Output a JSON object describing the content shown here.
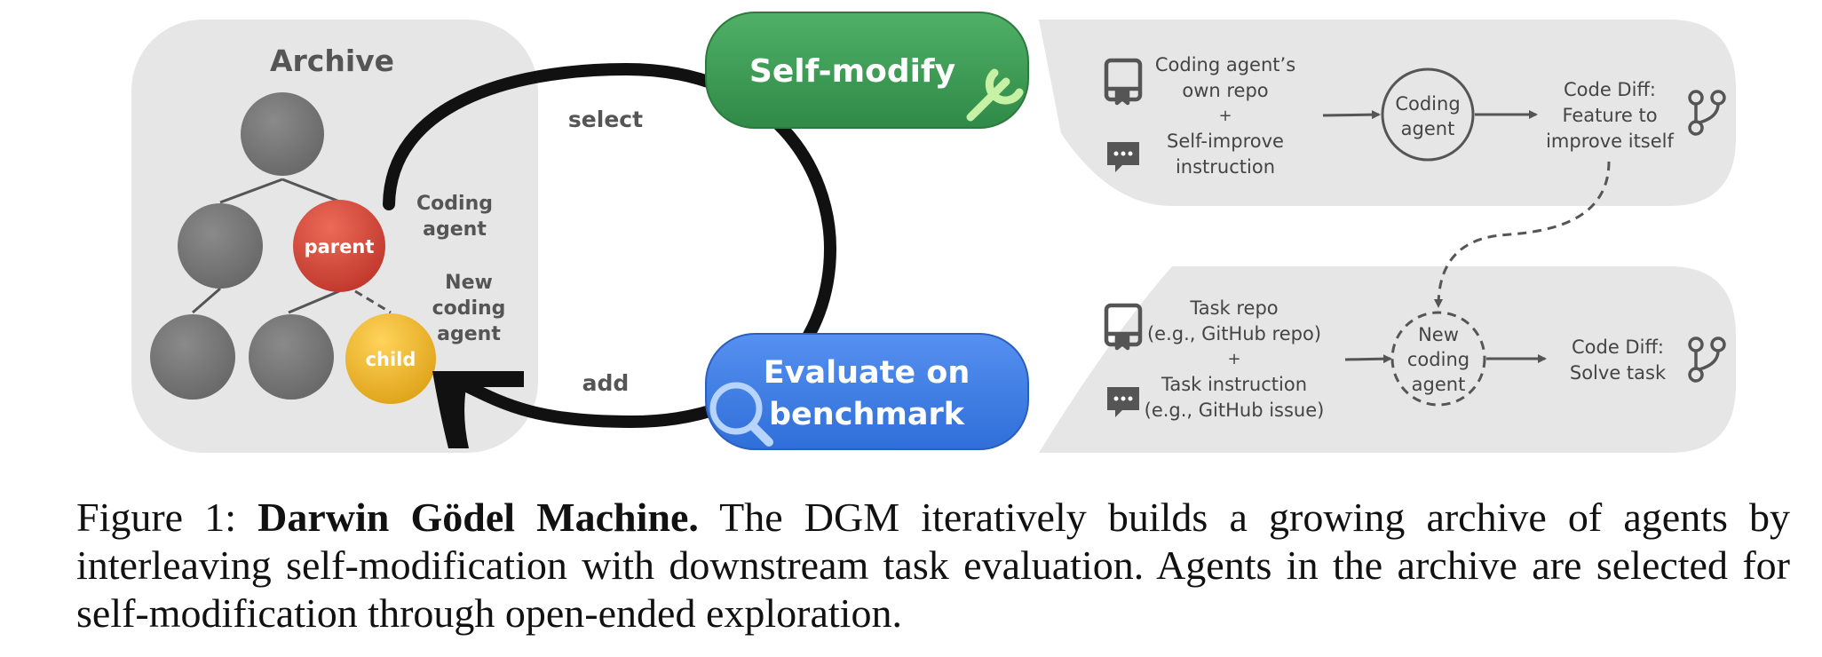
{
  "archive": {
    "title": "Archive",
    "parent_label": "parent",
    "child_label": "child"
  },
  "loop": {
    "select_label": "select",
    "add_label": "add",
    "coding_agent_label": [
      "Coding",
      "agent"
    ],
    "new_coding_agent_label": [
      "New",
      "coding",
      "agent"
    ]
  },
  "self_modify": {
    "button_label": "Self-modify",
    "repo_text": [
      "Coding agent’s",
      "own repo",
      "+",
      "Self-improve",
      "instruction"
    ],
    "agent_label": [
      "Coding",
      "agent"
    ],
    "diff_label": [
      "Code Diff:",
      "Feature to",
      "improve itself"
    ]
  },
  "evaluate": {
    "button_label": [
      "Evaluate on",
      "benchmark"
    ],
    "repo_text": [
      "Task repo",
      "(e.g., GitHub repo)",
      "+",
      "Task instruction",
      "(e.g., GitHub issue)"
    ],
    "agent_label": [
      "New",
      "coding",
      "agent"
    ],
    "diff_label": [
      "Code Diff:",
      "Solve task"
    ]
  },
  "caption": {
    "prefix": "Figure 1:",
    "title": "Darwin Gödel Machine.",
    "body": "The DGM iteratively builds a growing archive of agents by interleaving self-modification with downstream task evaluation. Agents in the archive are selected for self-modification through open-ended exploration."
  },
  "colors": {
    "panel": "#e6e6e6",
    "node_gray": "#777777",
    "parent_red": "#d9463a",
    "child_yellow": "#f0b72c",
    "self_modify_green": "#3f9a55",
    "evaluate_blue": "#3f7be3",
    "loop_black": "#111111",
    "text_gray": "#555555"
  }
}
